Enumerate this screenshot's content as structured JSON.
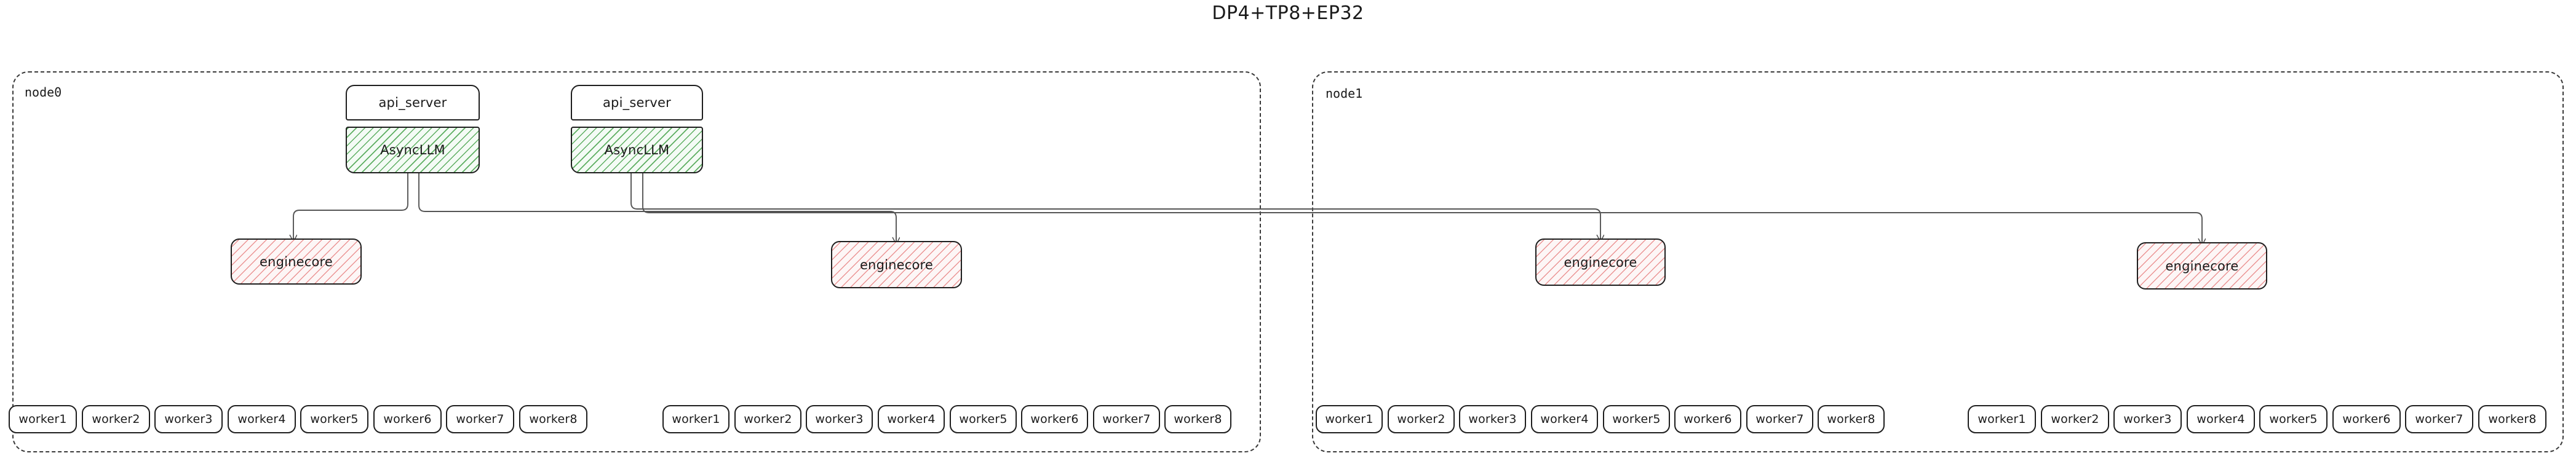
{
  "title": "DP4+TP8+EP32",
  "colors": {
    "background": "#ffffff",
    "text": "#1a1a1a",
    "node_border": "#3a3a3a",
    "box_border": "#1e1e1e",
    "asyncllm_hatch": "#43a047",
    "asyncllm_fill": "#f4fbf5",
    "enginecore_hatch": "#e57373",
    "enginecore_fill": "#fdf6f6",
    "wire": "#555555"
  },
  "nodes": [
    {
      "id": "node0",
      "label": "node0",
      "api_servers": [
        {
          "label": "api_server"
        },
        {
          "label": "api_server"
        }
      ],
      "async_llms": [
        {
          "label": "AsyncLLM"
        },
        {
          "label": "AsyncLLM"
        }
      ],
      "enginecores": [
        {
          "label": "enginecore"
        },
        {
          "label": "enginecore"
        }
      ],
      "worker_groups": [
        {
          "workers": [
            "worker1",
            "worker2",
            "worker3",
            "worker4",
            "worker5",
            "worker6",
            "worker7",
            "worker8"
          ]
        },
        {
          "workers": [
            "worker1",
            "worker2",
            "worker3",
            "worker4",
            "worker5",
            "worker6",
            "worker7",
            "worker8"
          ]
        }
      ]
    },
    {
      "id": "node1",
      "label": "node1",
      "api_servers": [],
      "async_llms": [],
      "enginecores": [
        {
          "label": "enginecore"
        },
        {
          "label": "enginecore"
        }
      ],
      "worker_groups": [
        {
          "workers": [
            "worker1",
            "worker2",
            "worker3",
            "worker4",
            "worker5",
            "worker6",
            "worker7",
            "worker8"
          ]
        },
        {
          "workers": [
            "worker1",
            "worker2",
            "worker3",
            "worker4",
            "worker5",
            "worker6",
            "worker7",
            "worker8"
          ]
        }
      ]
    }
  ]
}
